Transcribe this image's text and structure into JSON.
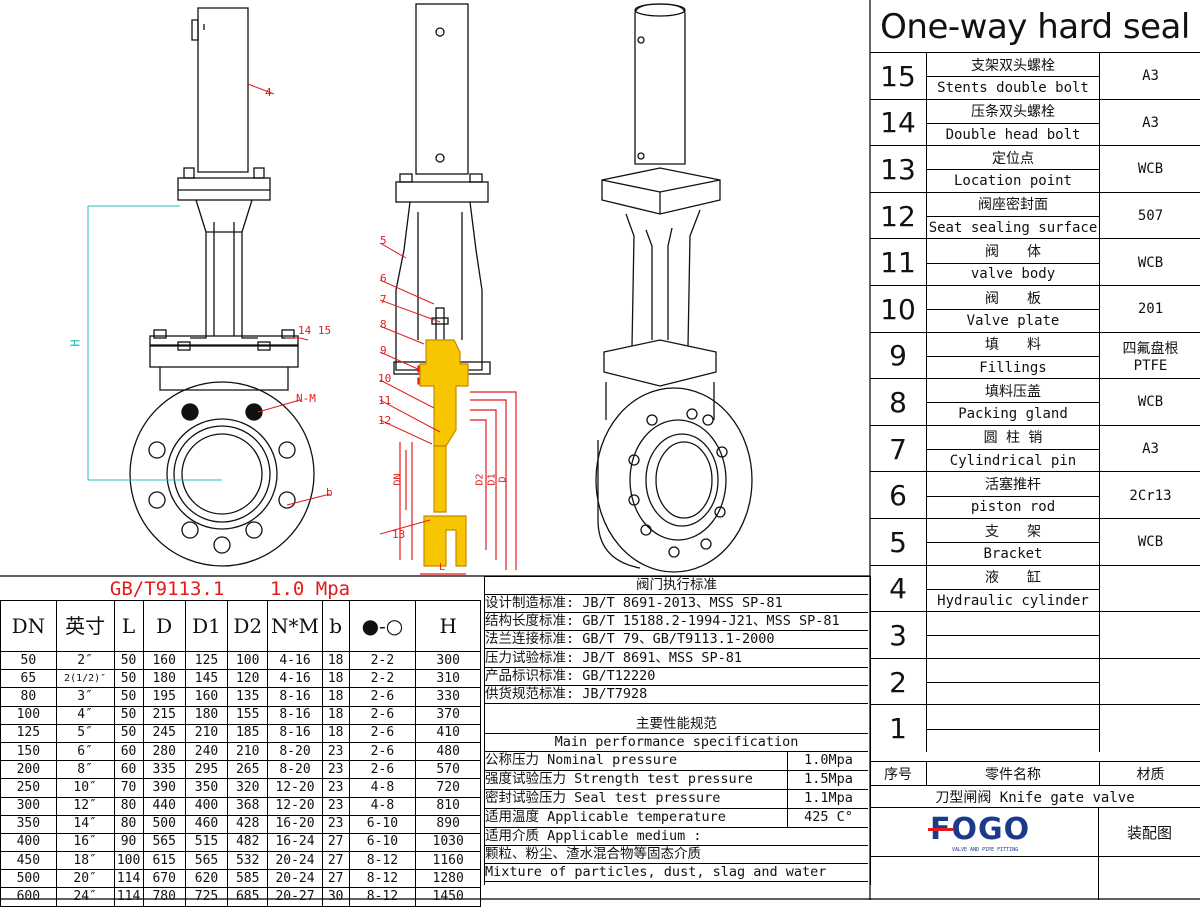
{
  "title": "One-way hard seal",
  "parts": [
    {
      "no": "15",
      "cn": "支架双头螺栓",
      "en": "Stents double bolt",
      "material": [
        "A3"
      ]
    },
    {
      "no": "14",
      "cn": "压条双头螺栓",
      "en": "Double head bolt",
      "material": [
        "A3"
      ]
    },
    {
      "no": "13",
      "cn": "定位点",
      "en": "Location point",
      "material": [
        "WCB"
      ]
    },
    {
      "no": "12",
      "cn": "阀座密封面",
      "en": "Seat sealing surface",
      "material": [
        "507"
      ]
    },
    {
      "no": "11",
      "cn": "阀　　体",
      "en": "valve body",
      "material": [
        "WCB"
      ]
    },
    {
      "no": "10",
      "cn": "阀　　板",
      "en": "Valve plate",
      "material": [
        "201"
      ]
    },
    {
      "no": "9",
      "cn": "填　　料",
      "en": "Fillings",
      "material": [
        "四氟盘根",
        "PTFE"
      ]
    },
    {
      "no": "8",
      "cn": "填料压盖",
      "en": "Packing gland",
      "material": [
        "WCB"
      ]
    },
    {
      "no": "7",
      "cn": "圆 柱 销",
      "en": "Cylindrical pin",
      "material": [
        "A3"
      ]
    },
    {
      "no": "6",
      "cn": "活塞推杆",
      "en": "piston rod",
      "material": [
        "2Cr13"
      ]
    },
    {
      "no": "5",
      "cn": "支　　架",
      "en": "Bracket",
      "material": [
        "WCB"
      ]
    },
    {
      "no": "4",
      "cn": "液　　缸",
      "en": "Hydraulic cylinder",
      "material": [
        ""
      ]
    },
    {
      "no": "3",
      "cn": "",
      "en": "",
      "material": [
        ""
      ]
    },
    {
      "no": "2",
      "cn": "",
      "en": "",
      "material": [
        ""
      ]
    },
    {
      "no": "1",
      "cn": "",
      "en": "",
      "material": [
        ""
      ]
    }
  ],
  "parts_header": {
    "no": "序号",
    "name": "零件名称",
    "material": "材质"
  },
  "product_name": "刀型闸阀 Knife gate valve",
  "logo_text": "FOGO",
  "logo_sub": "VALVE AND PIPE FITTING",
  "drawing_type": "装配图",
  "dim_table": {
    "title": "GB/T9113.1    1.0 Mpa",
    "headers": [
      "DN",
      "英寸",
      "L",
      "D",
      "D1",
      "D2",
      "N*M",
      "b",
      "●-○",
      "H"
    ],
    "rows": [
      [
        "50",
        "2″",
        "50",
        "160",
        "125",
        "100",
        "4-16",
        "18",
        "2-2",
        "300"
      ],
      [
        "65",
        "2(1/2)″",
        "50",
        "180",
        "145",
        "120",
        "4-16",
        "18",
        "2-2",
        "310"
      ],
      [
        "80",
        "3″",
        "50",
        "195",
        "160",
        "135",
        "8-16",
        "18",
        "2-6",
        "330"
      ],
      [
        "100",
        "4″",
        "50",
        "215",
        "180",
        "155",
        "8-16",
        "18",
        "2-6",
        "370"
      ],
      [
        "125",
        "5″",
        "50",
        "245",
        "210",
        "185",
        "8-16",
        "18",
        "2-6",
        "410"
      ],
      [
        "150",
        "6″",
        "60",
        "280",
        "240",
        "210",
        "8-20",
        "23",
        "2-6",
        "480"
      ],
      [
        "200",
        "8″",
        "60",
        "335",
        "295",
        "265",
        "8-20",
        "23",
        "2-6",
        "570"
      ],
      [
        "250",
        "10″",
        "70",
        "390",
        "350",
        "320",
        "12-20",
        "23",
        "4-8",
        "720"
      ],
      [
        "300",
        "12″",
        "80",
        "440",
        "400",
        "368",
        "12-20",
        "23",
        "4-8",
        "810"
      ],
      [
        "350",
        "14″",
        "80",
        "500",
        "460",
        "428",
        "16-20",
        "23",
        "6-10",
        "890"
      ],
      [
        "400",
        "16″",
        "90",
        "565",
        "515",
        "482",
        "16-24",
        "27",
        "6-10",
        "1030"
      ],
      [
        "450",
        "18″",
        "100",
        "615",
        "565",
        "532",
        "20-24",
        "27",
        "8-12",
        "1160"
      ],
      [
        "500",
        "20″",
        "114",
        "670",
        "620",
        "585",
        "20-24",
        "27",
        "8-12",
        "1280"
      ],
      [
        "600",
        "24″",
        "114",
        "780",
        "725",
        "685",
        "20-27",
        "30",
        "8-12",
        "1450"
      ]
    ]
  },
  "standards": {
    "title": "阀门执行标准",
    "lines": [
      "设计制造标准: JB/T 8691-2013、MSS SP-81",
      "结构长度标准: GB/T 15188.2-1994-J21、MSS SP-81",
      "法兰连接标准: GB/T 79、GB/T9113.1-2000",
      "压力试验标准: JB/T 8691、MSS SP-81",
      "产品标识标准: GB/T12220",
      "供货规范标准: JB/T7928"
    ],
    "perf_title_cn": "主要性能规范",
    "perf_title_en": "Main performance specification",
    "perf": [
      {
        "label": "公称压力 Nominal pressure",
        "value": "1.0Mpa"
      },
      {
        "label": "强度试验压力 Strength test pressure",
        "value": "1.5Mpa"
      },
      {
        "label": "密封试验压力 Seal test pressure",
        "value": "1.1Mpa"
      },
      {
        "label": "适用温度 Applicable temperature",
        "value": "425 C°"
      }
    ],
    "medium_label": "适用介质 Applicable medium :",
    "medium_cn": "颗粒、粉尘、渣水混合物等固态介质",
    "medium_en": "Mixture of particles, dust, slag and water"
  },
  "callouts": {
    "front": [
      "4",
      "14 15",
      "N-M",
      "b",
      "H"
    ],
    "section": [
      "5",
      "6",
      "7",
      "8",
      "9",
      "10",
      "11",
      "12",
      "13",
      "DN",
      "D2",
      "D1",
      "D",
      "L"
    ]
  }
}
